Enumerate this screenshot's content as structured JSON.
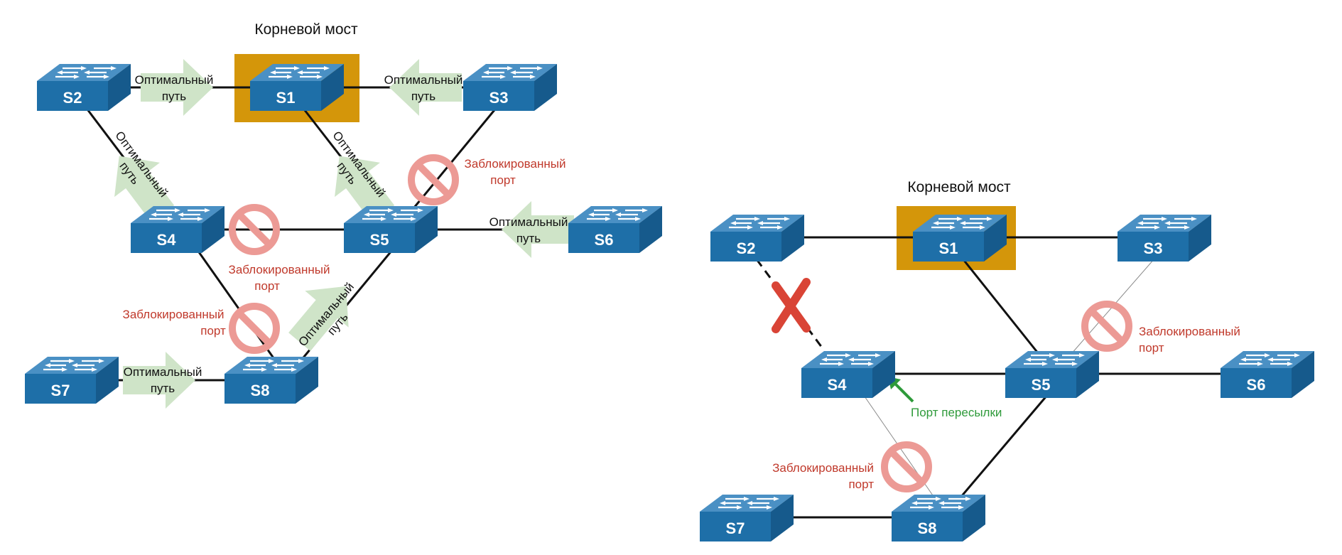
{
  "colors": {
    "switch_top": "#4a90c4",
    "switch_front": "#1e6fa8",
    "switch_side": "#165a8c",
    "root_box": "#d4960a",
    "blocked": "#c0392b",
    "blocked_sign": "#ec9a95",
    "optimal_arrow": "#cfe4c8",
    "forward": "#2e9a3a",
    "link": "#111111"
  },
  "left": {
    "root_title": "Корневой мост",
    "switches": {
      "s1": "S1",
      "s2": "S2",
      "s3": "S3",
      "s4": "S4",
      "s5": "S5",
      "s6": "S6",
      "s7": "S7",
      "s8": "S8"
    },
    "optimal_path": {
      "line1": "Оптимальный",
      "line2": "путь"
    },
    "blocked_port": {
      "line1": "Заблокированный",
      "line2": "порт"
    }
  },
  "right": {
    "root_title": "Корневой мост",
    "switches": {
      "s1": "S1",
      "s2": "S2",
      "s3": "S3",
      "s4": "S4",
      "s5": "S5",
      "s6": "S6",
      "s7": "S7",
      "s8": "S8"
    },
    "blocked_port": {
      "line1": "Заблокированный",
      "line2": "порт"
    },
    "forward_port": "Порт пересылки"
  },
  "icons": {
    "switch": "network-switch-icon",
    "blocked": "prohibited-sign-icon",
    "arrow": "optimal-path-arrow-icon",
    "cross": "link-failed-x-icon"
  }
}
